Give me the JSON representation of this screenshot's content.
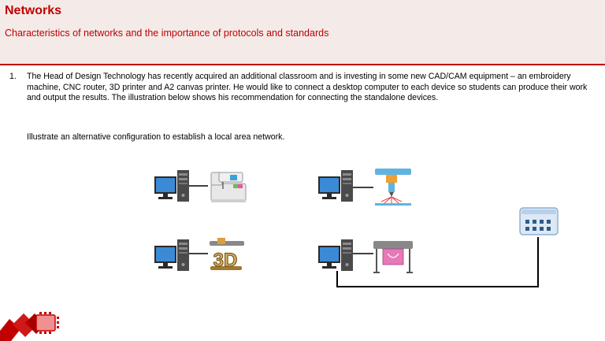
{
  "header": {
    "title": "Networks",
    "subtitle": "Characteristics of networks and the importance of protocols and standards"
  },
  "question": {
    "number": "1.",
    "text": "The Head of Design Technology has recently acquired an additional classroom and is investing in some new CAD/CAM equipment – an embroidery machine, CNC router, 3D printer and A2 canvas printer. He would like to connect a desktop computer to each device so students can produce their work and output the results. The illustration below shows his recommendation for connecting the standalone devices.",
    "task": "Illustrate an alternative configuration to establish a local area network."
  },
  "diagram": {
    "printer_3d_label": "3D"
  },
  "colors": {
    "accent": "#c00000",
    "header_bg": "#f4ebe8",
    "monitor": "#3b8ad6",
    "switch": "#dce9f5"
  }
}
